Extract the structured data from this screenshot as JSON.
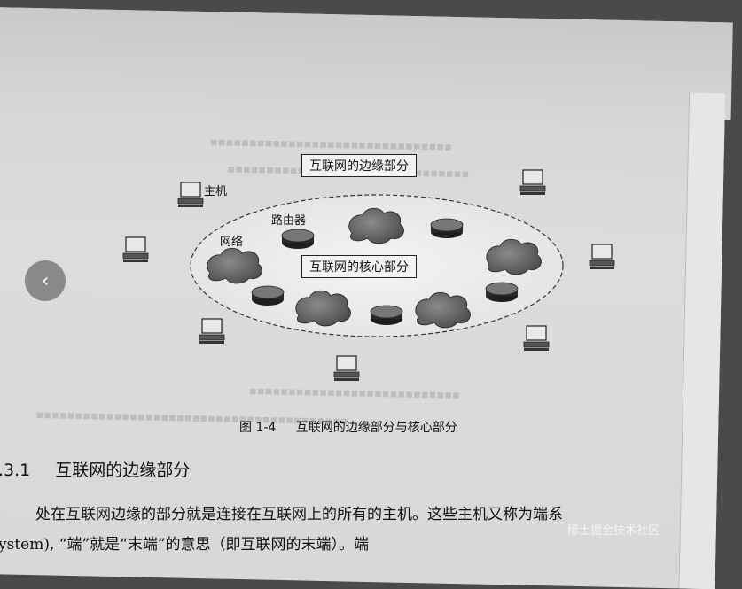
{
  "figure": {
    "edge_label": "互联网的边缘部分",
    "core_label": "互联网的核心部分",
    "host_label": "主机",
    "router_label": "路由器",
    "network_label": "网络",
    "caption_num": "图 1-4",
    "caption_text": "互联网的边缘部分与核心部分"
  },
  "section": {
    "number": ".3.1",
    "title": "互联网的边缘部分"
  },
  "body": {
    "line1": "处在互联网边缘的部分就是连接在互联网上的所有的主机。这些主机又称为端系",
    "line2": "ystem), “端”就是“末端”的意思（即互联网的末端）。端"
  },
  "nav": {
    "prev_icon": "chevron-left-icon",
    "prev_glyph": "‹"
  },
  "overlay": {
    "watermark": "稀土掘金技术社区"
  }
}
